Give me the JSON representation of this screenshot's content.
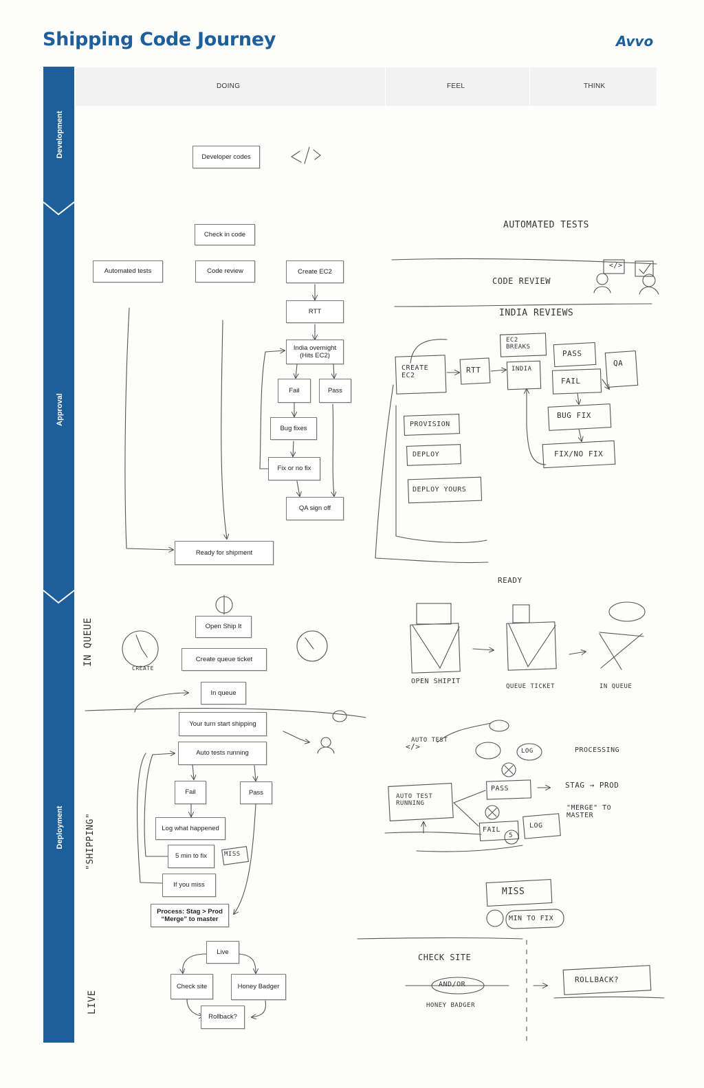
{
  "header": {
    "title": "Shipping Code Journey",
    "logo": "Avvo"
  },
  "columns": [
    "DOING",
    "FEEL",
    "THINK"
  ],
  "phases": [
    "Development",
    "Approval",
    "Deployment"
  ],
  "doing_boxes": {
    "developer_codes": "Developer codes",
    "check_in_code": "Check in code",
    "automated_tests": "Automated tests",
    "code_review": "Code review",
    "create_ec2": "Create EC2",
    "rtt": "RTT",
    "india_overnight": "India overnight (Hits EC2)",
    "fail_1": "Fail",
    "pass_1": "Pass",
    "bug_fixes": "Bug fixes",
    "fix_or_no_fix": "Fix or no fix",
    "qa_sign_off": "QA sign off",
    "ready_for_shipment": "Ready for shipment",
    "open_ship_it": "Open Ship It",
    "create_queue_ticket": "Create queue ticket",
    "in_queue": "In queue",
    "your_turn": "Your turn start shipping",
    "auto_tests_running": "Auto tests running",
    "fail_2": "Fail",
    "pass_2": "Pass",
    "log_what_happened": "Log what happened",
    "five_min_to_fix": "5 min to fix",
    "if_you_miss": "If you miss",
    "process_stag_prod": "Process: Stag > Prod",
    "merge_to_master": "“Merge” to master",
    "live": "Live",
    "check_site": "Check site",
    "honey_badger": "Honey Badger",
    "rollback": "Rollback?"
  },
  "handwritten": {
    "code_symbol": "</>",
    "automated_tests": "AUTOMATED TESTS",
    "code_review": "CODE REVIEW",
    "india_reviews": "INDIA REVIEWS",
    "create_ec2": "CREATE EC2",
    "rtt": "RTT",
    "ec2_breaks": "EC2 BREAKS",
    "india": "INDIA",
    "pass": "PASS",
    "fail": "FAIL",
    "qa": "QA",
    "bug_fix": "BUG FIX",
    "fix_no_fix": "FIX/NO FIX",
    "provision": "PROVISION",
    "deploy": "DEPLOY",
    "deploy_yours": "DEPLOY YOURS",
    "ready": "READY",
    "in_queue_side": "IN QUEUE",
    "create_small": "CREATE",
    "open_shipit": "OPEN SHIPIT",
    "queue_ticket": "QUEUE TICKET",
    "in_queue_small": "IN QUEUE",
    "shipping_side": "\"SHIPPING\"",
    "auto_test": "AUTO TEST",
    "auto_test_running": "AUTO TEST RUNNING",
    "pass_small": "PASS",
    "fail_small": "FAIL",
    "log": "LOG",
    "processing": "PROCESSING",
    "stag_prod": "STAG → PROD",
    "merge_to_master": "\"MERGE\" TO MASTER",
    "miss": "MISS",
    "min_to_fix": "MIN TO FIX",
    "check_site": "CHECK SITE",
    "and_or": "AND/OR",
    "honey_badger": "HONEY BADGER",
    "rollback": "ROLLBACK?",
    "live_side": "LIVE",
    "five": "5"
  },
  "colors": {
    "brand_blue": "#1d5f9a",
    "header_row": "#f1f2f1"
  }
}
